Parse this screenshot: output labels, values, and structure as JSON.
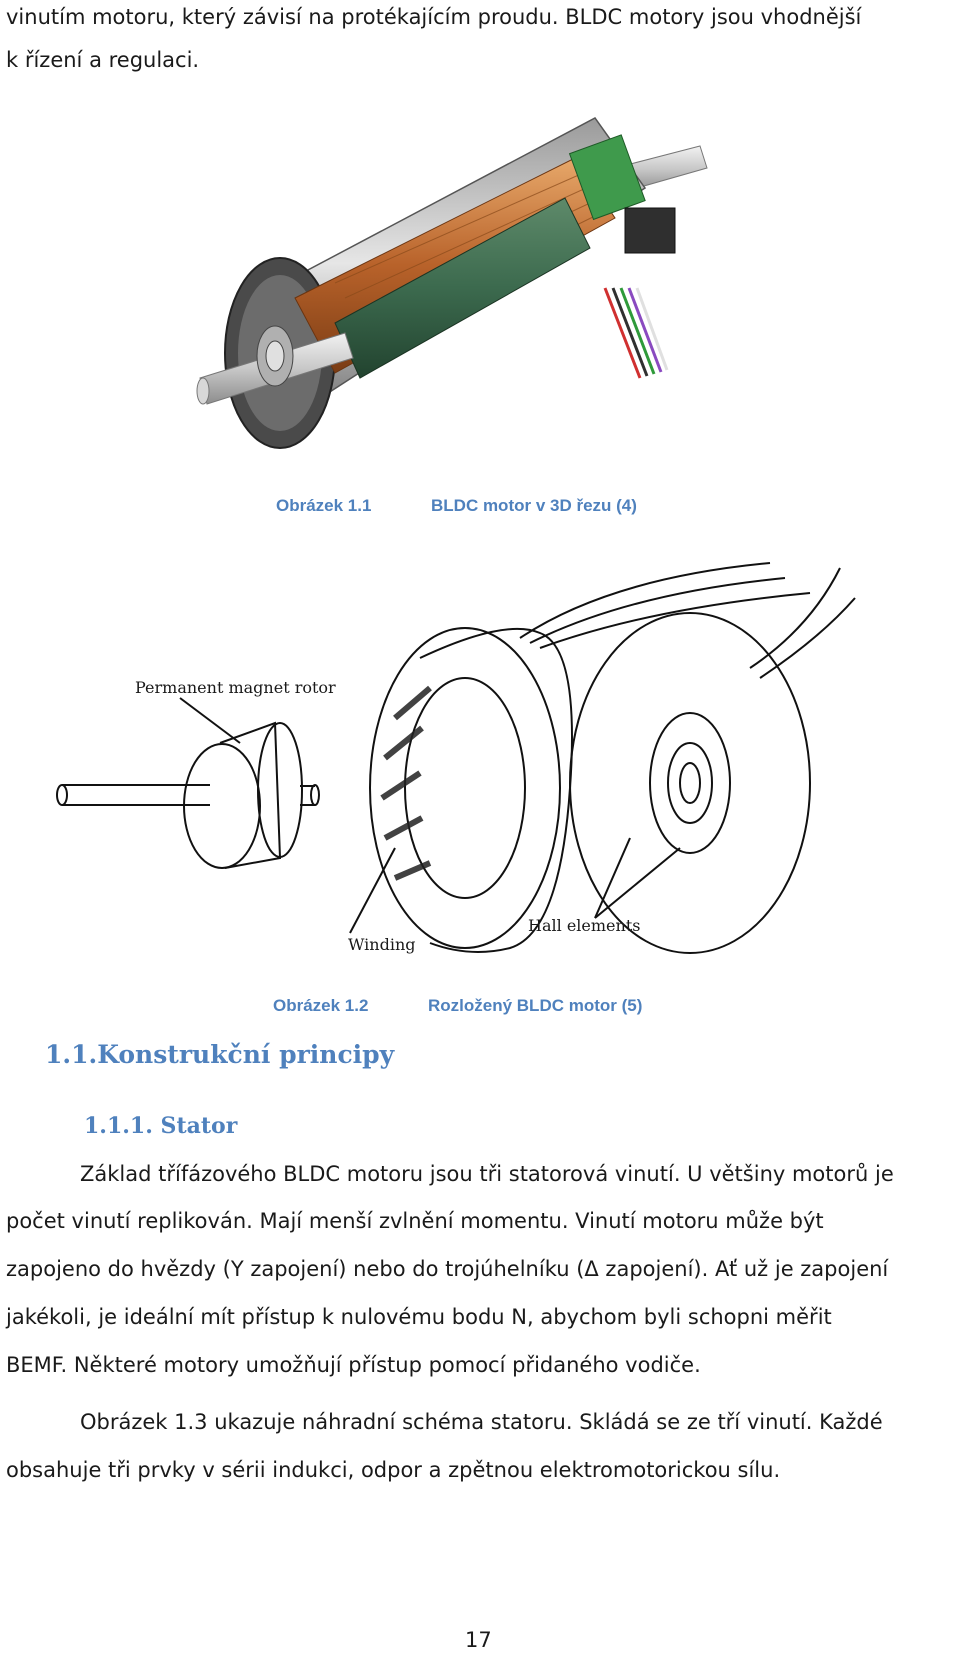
{
  "intro": {
    "line1": "vinutím motoru, který závisí na protékajícím proudu. BLDC motory jsou vhodnější",
    "line2": "k řízení a regulaci."
  },
  "figure1": {
    "caption_number": "Obrázek 1.1",
    "caption_text": "BLDC motor v 3D řezu (4)"
  },
  "figure2": {
    "label_rotor": "Permanent magnet rotor",
    "label_winding": "Winding",
    "label_hall": "Hall elements",
    "caption_number": "Obrázek 1.2",
    "caption_text": "Rozložený BLDC motor (5)"
  },
  "section": {
    "heading": "1.1.Konstrukční principy",
    "subheading": "1.1.1.  Stator"
  },
  "body": {
    "p1_l1": "Základ třífázového BLDC motoru jsou tři statorová vinutí. U většiny motorů je",
    "p1_l2": "počet vinutí replikován. Mají menší zvlnění momentu. Vinutí motoru může být",
    "p1_l3": "zapojeno do hvězdy (Y zapojení) nebo do trojúhelníku (Δ zapojení). Ať už je zapojení",
    "p1_l4": "jakékoli, je ideální mít přístup k nulovému bodu N, abychom byli schopni měřit",
    "p1_l5": "BEMF. Některé motory umožňují přístup pomocí přidaného vodiče.",
    "p2_l1": "Obrázek 1.3 ukazuje náhradní schéma statoru. Skládá se ze tří vinutí. Každé",
    "p2_l2": "obsahuje tři prvky v sérii indukci, odpor a zpětnou elektromotorickou sílu."
  },
  "page_number": "17"
}
